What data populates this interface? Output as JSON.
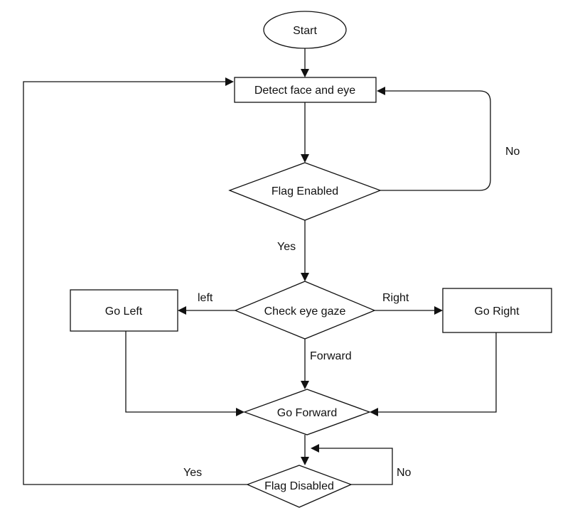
{
  "nodes": {
    "start": "Start",
    "detect": "Detect face and eye",
    "flag_enabled": "Flag Enabled",
    "check_gaze": "Check eye gaze",
    "go_left": "Go Left",
    "go_right": "Go Right",
    "go_forward": "Go Forward",
    "flag_disabled": "Flag Disabled"
  },
  "edge_labels": {
    "no_flag_enabled": "No",
    "yes_flag_enabled": "Yes",
    "left": "left",
    "right": "Right",
    "forward": "Forward",
    "yes_flag_disabled": "Yes",
    "no_flag_disabled": "No"
  },
  "colors": {
    "stroke": "#111111",
    "fill": "#ffffff",
    "text": "#111111"
  }
}
